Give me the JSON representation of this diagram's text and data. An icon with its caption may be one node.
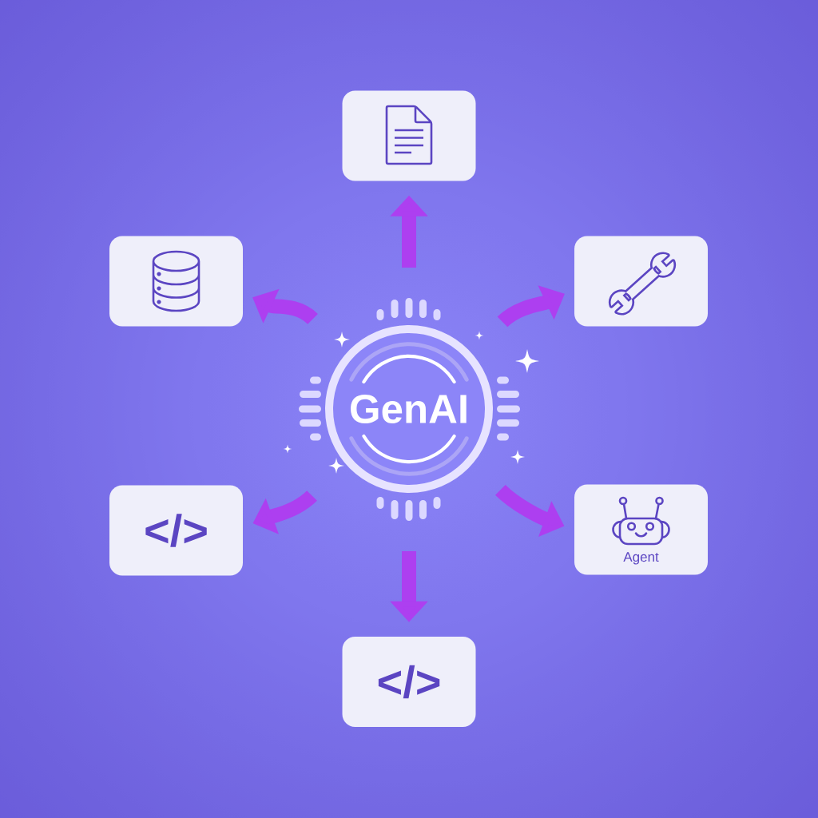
{
  "diagram": {
    "nodes": [
      {
        "text": [],
        "shape": "box"
      },
      {
        "text": [],
        "shape": "box"
      },
      {
        "text": [],
        "shape": "box"
      },
      {
        "text": [
          "GenAI"
        ]
      },
      {
        "text": [
          "</>"
        ]
      },
      {
        "text": [
          "Agent"
        ]
      },
      {
        "text": [
          "</>"
        ]
      }
    ],
    "edges": [
      {
        "from": 3,
        "to": 0,
        "arrow": "to"
      },
      {
        "from": 3,
        "to": 2,
        "arrow": "to"
      },
      {
        "from": 3,
        "to": 5,
        "arrow": "to"
      },
      {
        "from": 3,
        "to": 6,
        "arrow": "to"
      },
      {
        "from": 3,
        "to": 4,
        "arrow": "to"
      },
      {
        "from": 3,
        "to": 1,
        "arrow": "to"
      }
    ]
  }
}
